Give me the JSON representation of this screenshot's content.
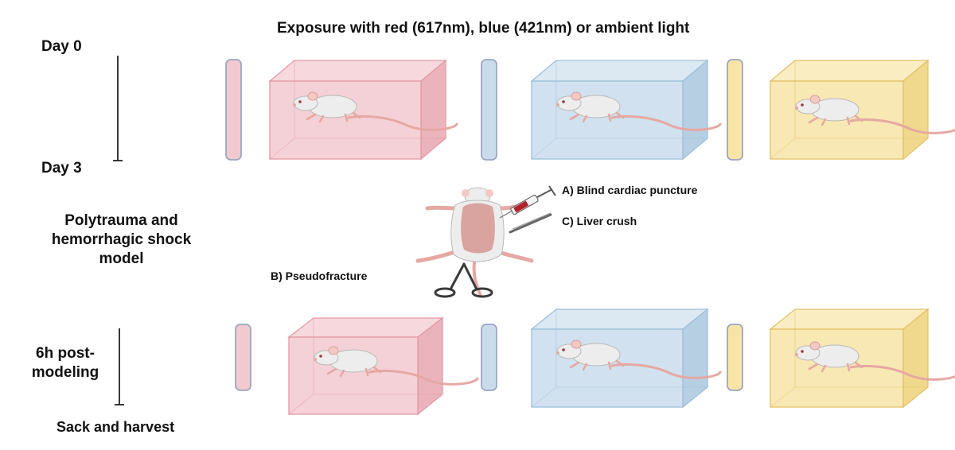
{
  "header": {
    "title": "Exposure with red (617nm), blue (421nm) or ambient  light"
  },
  "timeline": {
    "start": "Day 0",
    "end": "Day 3",
    "model_lines": [
      "Polytrauma and",
      "hemorrhagic shock",
      "model"
    ],
    "post_lines": [
      "6h post-",
      "modeling"
    ],
    "final": "Sack and harvest"
  },
  "procedures": {
    "a": "A) Blind cardiac puncture",
    "b": "B) Pseudofracture",
    "c": "C) Liver crush"
  },
  "colors": {
    "red_fill": "#f2c9cf",
    "red_stroke": "#e39aa6",
    "blue_fill": "#c9dcec",
    "blue_stroke": "#9dbfd9",
    "yellow_fill": "#f7e4a6",
    "yellow_stroke": "#e2c268",
    "lamp_stroke": "#9aa7c4",
    "mouse_body": "#ededed",
    "mouse_pink": "#e6a8a3"
  }
}
